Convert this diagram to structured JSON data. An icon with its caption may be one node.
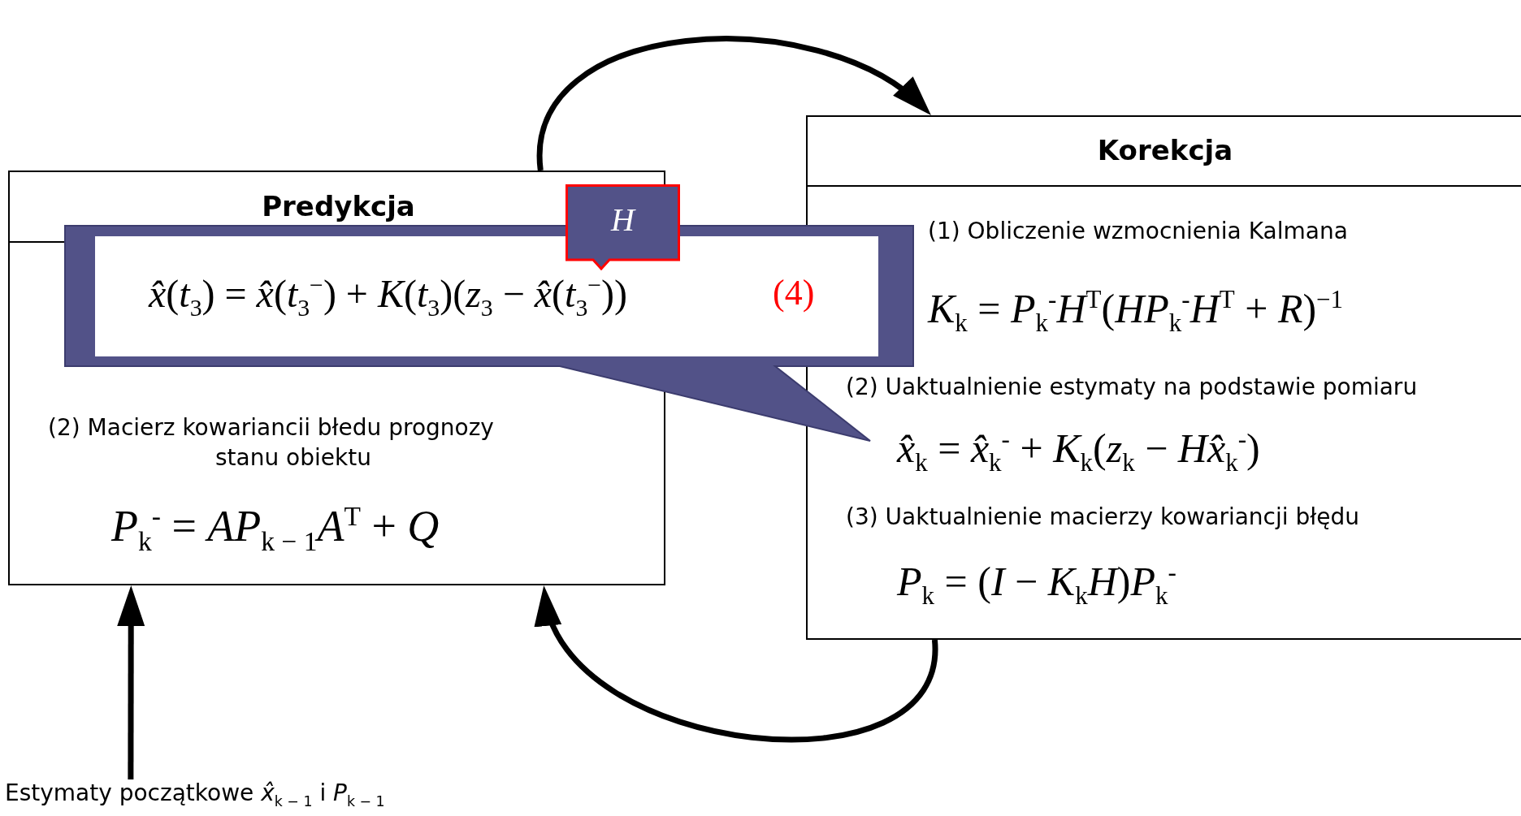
{
  "diagram": {
    "nodes": [
      {
        "text": [
          "Predykcja",
          "(2) Macierz kowariancii błedu prognozy stanu obiektu",
          "*P*$_{k}$$^{-}$ = *AP*$_{k − 1}$*A*$^{T}$ + *Q*"
        ]
      },
      {
        "text": [
          "Korekcja",
          "(1) Obliczenie wzmocnienia Kalmana",
          "*K*$_{k}$ = *P*$_{k}$$^{-}$*H*$^{T}$(*HP*$_{k}$$^{-}$*H*$^{T}$ + *R*)$^{−1}$",
          "(2) Uaktualnienie estymaty na podstawie pomiaru",
          "*x̂*$_{k}$ = *x̂*$_{k}$$^{-}$ + *K*$_{k}$(*z*$_{k}$ − *Hx̂*$_{k}$$^{-}$)",
          "(3) Uaktualnienie macierzy kowariancji błędu",
          "*P*$_{k}$ = (*I* − *K*$_{k}$*H*)*P*$_{k}$$^{-}$"
        ]
      },
      {
        "text": [
          "*x̂*(*t*$_{3}$) = *x̂*(*t*$_{3}$$^{−}$) + *K*(*t*$_{3}$)(*z*$_{3}$ − *x̂*(*t*$_{3}$$^{−}$))",
          "(4)"
        ]
      },
      {
        "text": [
          "H"
        ]
      },
      {
        "text": [
          "Estymaty początkowe *x̂*$_{k − 1}$ i *P*$_{k − 1}$"
        ]
      }
    ],
    "edges": [
      {
        "from": 4,
        "to": 0,
        "arrow": "to"
      },
      {
        "from": 0,
        "to": 1,
        "arrow": "to"
      },
      {
        "from": 1,
        "to": 0,
        "arrow": "to"
      }
    ]
  }
}
